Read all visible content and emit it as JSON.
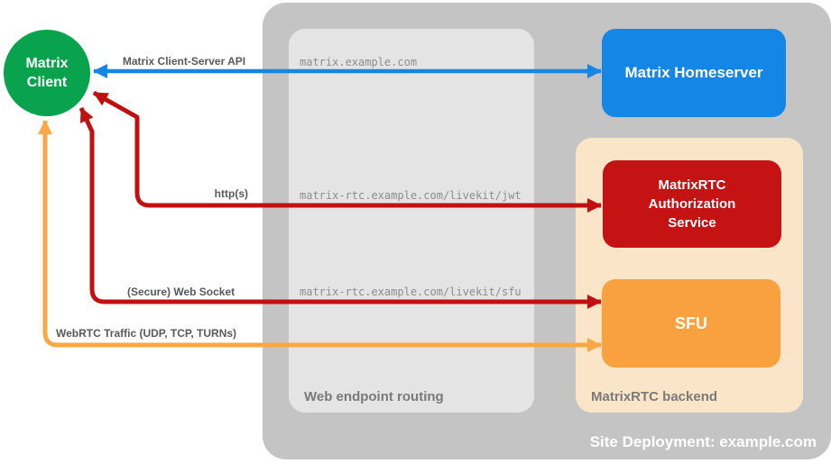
{
  "diagram": {
    "client": {
      "label": "Matrix Client"
    },
    "homeserver": {
      "label": "Matrix Homeserver"
    },
    "routing": {
      "title": "Web endpoint routing",
      "endpoints": [
        "matrix.example.com",
        "matrix-rtc.example.com/livekit/jwt",
        "matrix-rtc.example.com/livekit/sfu"
      ]
    },
    "backend": {
      "title": "MatrixRTC backend",
      "auth_service_label": "MatrixRTC Authorization Service",
      "sfu_label": "SFU"
    },
    "deployment_title": "Site Deployment: example.com",
    "connections": {
      "api": {
        "label": "Matrix Client-Server API",
        "color": "#1386e6"
      },
      "http": {
        "label": "http(s)",
        "color": "#c11010"
      },
      "websocket": {
        "label": "(Secure) Web Socket",
        "color": "#c11010"
      },
      "webrtc": {
        "label": "WebRTC Traffic (UDP, TCP, TURNs)",
        "color": "#f9a847"
      }
    },
    "colors": {
      "client_green": "#0aa34d",
      "homeserver_blue": "#1386e6",
      "auth_red": "#c51212",
      "sfu_orange": "#f9a13e",
      "backend_peach": "#fbe5c9",
      "outer_gray": "#c4c4c4",
      "inner_gray": "#e4e4e4"
    }
  }
}
